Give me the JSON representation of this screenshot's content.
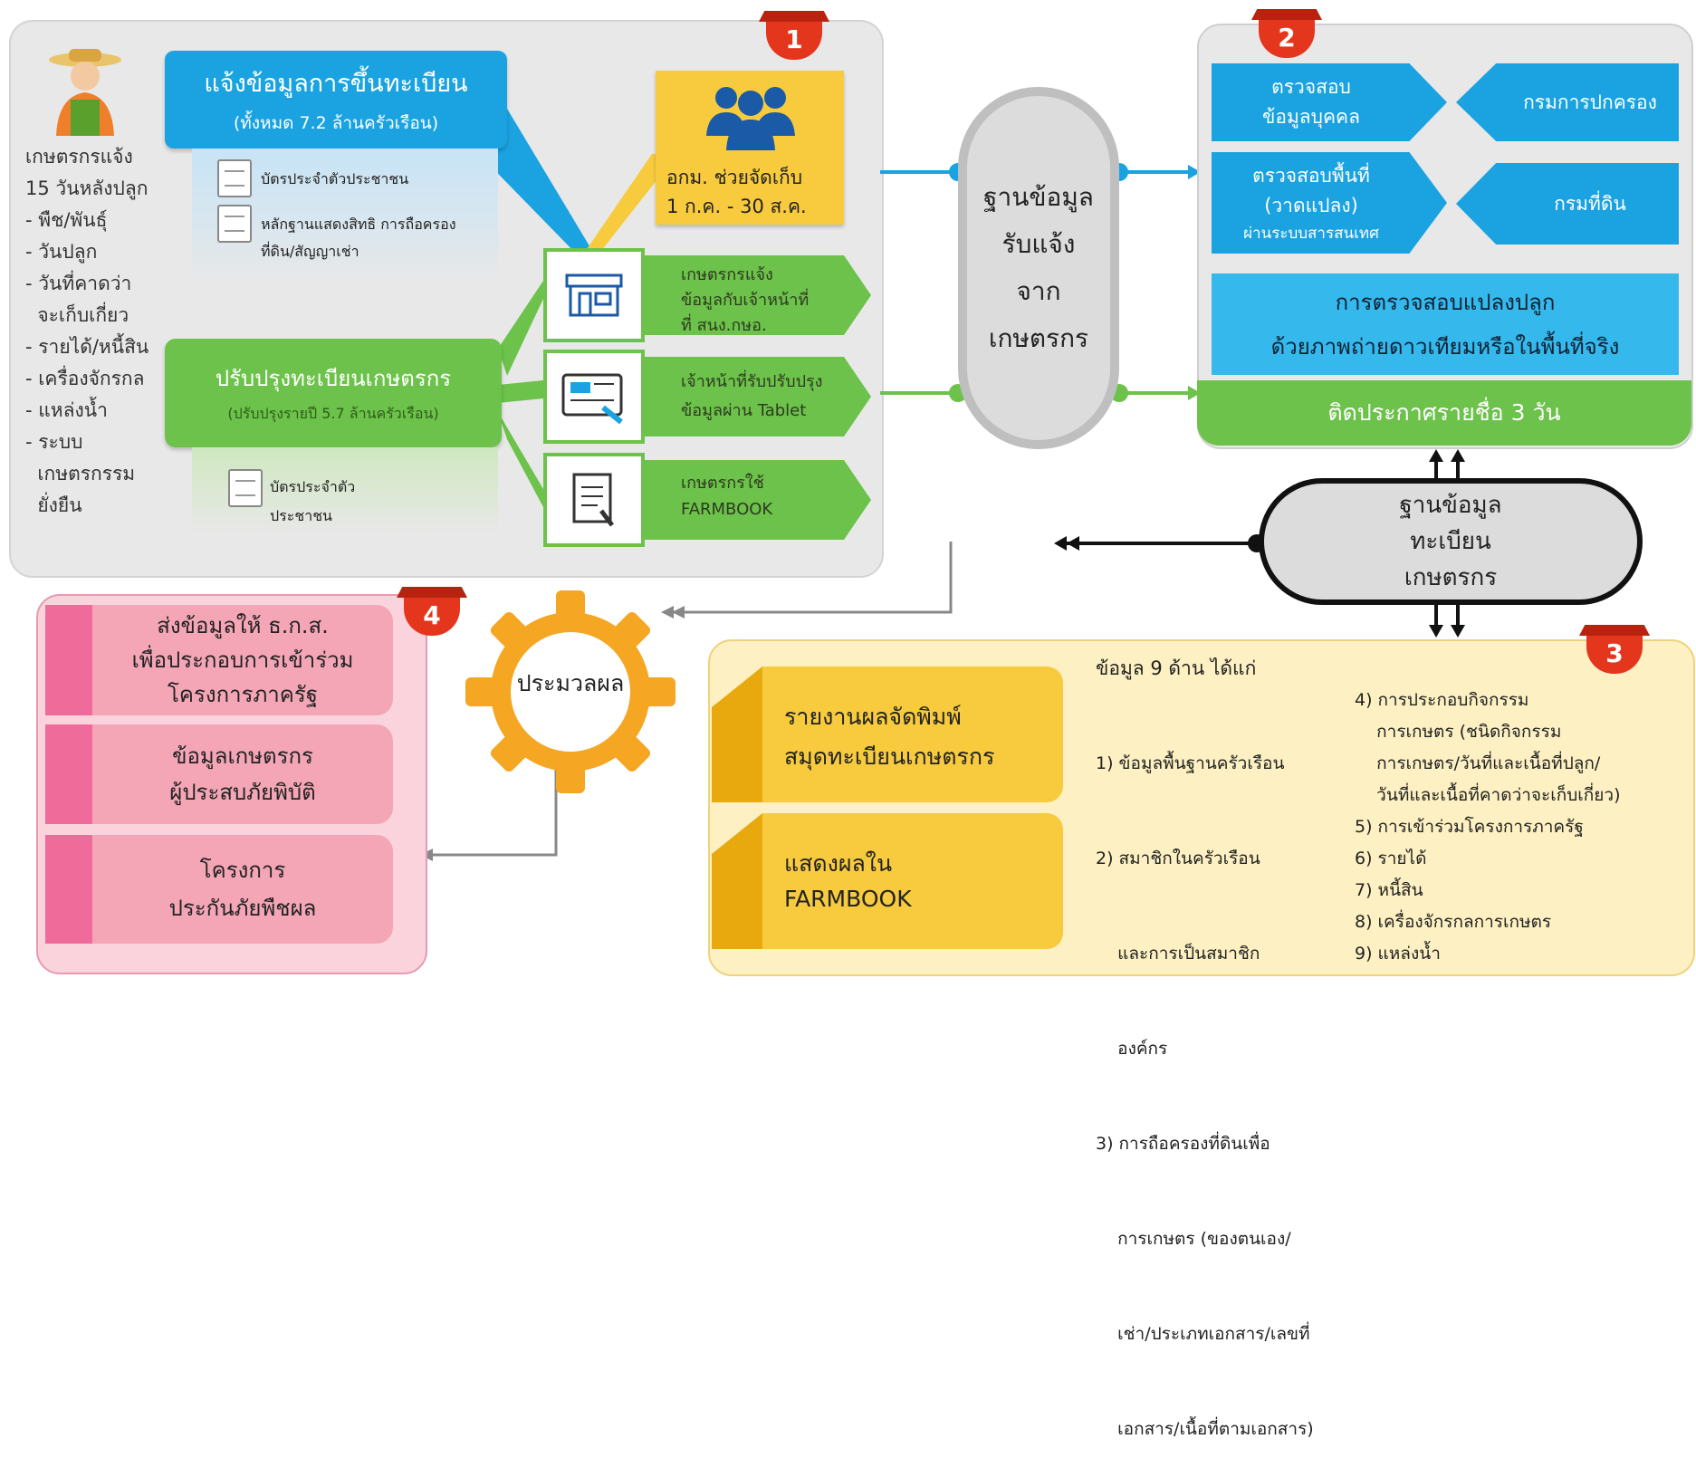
{
  "badges": {
    "b1": "1",
    "b2": "2",
    "b3": "3",
    "b4": "4"
  },
  "farmer_list": {
    "line1": "เกษตรกรแจ้ง",
    "line2": "15 วันหลังปลูก",
    "items": [
      "- พืช/พันธุ์",
      "- วันปลูก",
      "- วันที่คาดว่า",
      "  จะเก็บเกี่ยว",
      "- รายได้/หนี้สิน",
      "- เครื่องจักรกล",
      "- แหล่งน้ำ",
      "- ระบบ",
      "  เกษตรกรรม",
      "  ยั่งยืน"
    ]
  },
  "register": {
    "title": "แจ้งข้อมูลการขึ้นทะเบียน",
    "subtitle": "(ทั้งหมด 7.2 ล้านครัวเรือน)",
    "doc1": "บัตรประจำตัวประชาชน",
    "doc2a": "หลักฐานแสดงสิทธิ การถือครอง",
    "doc2b": "ที่ดิน/สัญญาเช่า"
  },
  "volunteer": {
    "line1": "อกม. ช่วยจัดเก็บ",
    "line2": "1 ก.ค. - 30 ส.ค."
  },
  "update": {
    "title": "ปรับปรุงทะเบียนเกษตรกร",
    "subtitle": "(ปรับปรุงรายปี 5.7 ล้านครัวเรือน)",
    "doc1a": "บัตรประจำตัว",
    "doc1b": "ประชาชน"
  },
  "channels": {
    "c1": [
      "เกษตรกรแจ้ง",
      "ข้อมูลกับเจ้าหน้าที่",
      "ที่ สนง.กษอ."
    ],
    "c2": [
      "เจ้าหน้าที่รับปรับปรุง",
      "ข้อมูลผ่าน Tablet"
    ],
    "c3": [
      "เกษตรกรใช้",
      "FARMBOOK"
    ]
  },
  "db_receive": {
    "l1": "ฐานข้อมูล",
    "l2": "รับแจ้ง",
    "l3": "จาก",
    "l4": "เกษตรกร"
  },
  "verify": {
    "person_a": "ตรวจสอบ",
    "person_b": "ข้อมูลบุคคล",
    "dopa": "กรมการปกครอง",
    "area_a": "ตรวจสอบพื้นที่",
    "area_b": "(วาดแปลง)",
    "area_c": "ผ่านระบบสารสนเทศ",
    "dol": "กรมที่ดิน",
    "plot_a": "การตรวจสอบแปลงปลูก",
    "plot_b": "ด้วยภาพถ่ายดาวเทียมหรือในพื้นที่จริง",
    "announce": "ติดประกาศรายชื่อ 3 วัน"
  },
  "db_register": {
    "l1": "ฐานข้อมูล",
    "l2": "ทะเบียน",
    "l3": "เกษตรกร"
  },
  "process": "ประมวลผล",
  "outputs": {
    "o1": [
      "ส่งข้อมูลให้ ธ.ก.ส.",
      "เพื่อประกอบการเข้าร่วม",
      "โครงการภาครัฐ"
    ],
    "o2": [
      "ข้อมูลเกษตรกร",
      "ผู้ประสบภัยพิบัติ"
    ],
    "o3": [
      "โครงการ",
      "ประกันภัยพืชผล"
    ]
  },
  "reports": {
    "r1a": "รายงานผลจัดพิมพ์",
    "r1b": "สมุดทะเบียนเกษตรกร",
    "r2a": "แสดงผลใน",
    "r2b": "FARMBOOK"
  },
  "nine": {
    "heading": "ข้อมูล 9 ด้าน ได้แก่",
    "left": [
      "1) ข้อมูลพื้นฐานครัวเรือน",
      "2) สมาชิกในครัวเรือน",
      "    และการเป็นสมาชิก",
      "    องค์กร",
      "3) การถือครองที่ดินเพื่อ",
      "    การเกษตร (ของตนเอง/",
      "    เช่า/ประเภทเอกสาร/เลขที่",
      "    เอกสาร/เนื้อที่ตามเอกสาร)"
    ],
    "right": [
      "4) การประกอบกิจกรรม",
      "    การเกษตร (ชนิดกิจกรรม",
      "    การเกษตร/วันที่และเนื้อที่ปลูก/",
      "    วันที่และเนื้อที่คาดว่าจะเก็บเกี่ยว)",
      "5) การเข้าร่วมโครงการภาครัฐ",
      "6) รายได้",
      "7) หนี้สิน",
      "8) เครื่องจักรกลการเกษตร",
      "9) แหล่งน้ำ"
    ]
  },
  "colors": {
    "blue": "#1aa3e0",
    "green": "#6cc24a",
    "yellow": "#f7cb3d",
    "pink": "#f4a6b6",
    "red": "#e3361c"
  }
}
